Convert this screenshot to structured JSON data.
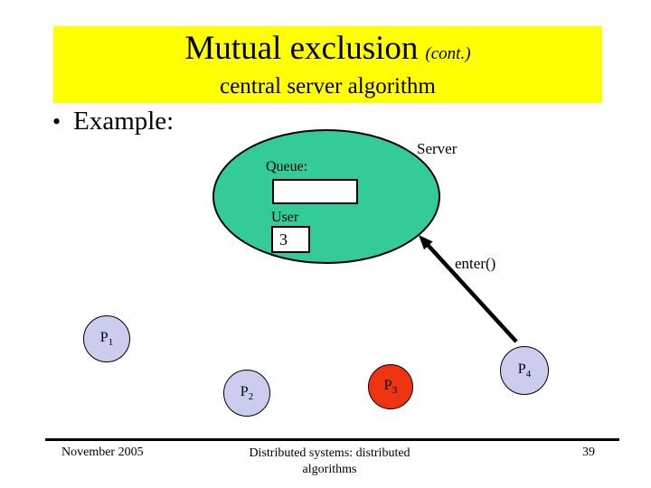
{
  "slide": {
    "title": "Mutual exclusion",
    "title_suffix": "(cont.)",
    "subtitle": "central server algorithm",
    "bullet_marker": "•",
    "bullet_text": "Example:"
  },
  "diagram": {
    "server_label": "Server",
    "queue_label": "Queue:",
    "queue_value": "",
    "user_label": "User",
    "user_value": "3",
    "arrow_label": "enter()",
    "processes": [
      {
        "name": "P",
        "sub": "1"
      },
      {
        "name": "P",
        "sub": "2"
      },
      {
        "name": "P",
        "sub": "3"
      },
      {
        "name": "P",
        "sub": "4"
      }
    ]
  },
  "footer": {
    "date": "November 2005",
    "center_line1": "Distributed systems: distributed",
    "center_line2": "algorithms",
    "page": "39"
  },
  "colors": {
    "banner_bg": "#ffff00",
    "server_fill": "#33cc99",
    "process_fill": "#ccccee",
    "holder_fill": "#ee3311",
    "arrow": "#000000"
  }
}
